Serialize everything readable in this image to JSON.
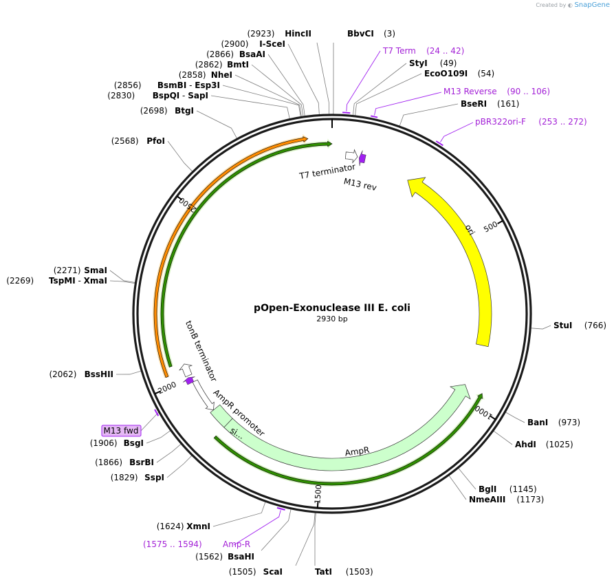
{
  "credit": {
    "prefix": "Created by",
    "brand": "SnapGene"
  },
  "plasmid": {
    "name": "pOpen-Exonuclease III E. coli",
    "length_label": "2930 bp",
    "total_bp": 2930
  },
  "ticks": [
    {
      "label": "500",
      "bp": 500
    },
    {
      "label": "1000",
      "bp": 1000
    },
    {
      "label": "1500",
      "bp": 1500
    },
    {
      "label": "2000",
      "bp": 2000
    },
    {
      "label": "2500",
      "bp": 2500
    }
  ],
  "sites": [
    {
      "name": "HincII",
      "pos": "(2923)",
      "bp": 2923
    },
    {
      "name": "BbvCI",
      "pos": "(3)",
      "bp": 3
    },
    {
      "name": "I-SceI",
      "pos": "(2900)",
      "bp": 2900
    },
    {
      "name": "BsaAI",
      "pos": "(2866)",
      "bp": 2866
    },
    {
      "name": "BmtI",
      "pos": "(2862)",
      "bp": 2862
    },
    {
      "name": "NheI",
      "pos": "(2858)",
      "bp": 2858
    },
    {
      "name": "BsmBI",
      "name2": "Esp3I",
      "pos": "(2856)",
      "bp": 2856
    },
    {
      "name": "BspQI",
      "name2": "SapI",
      "pos": "(2830)",
      "bp": 2830
    },
    {
      "name": "BtgI",
      "pos": "(2698)",
      "bp": 2698
    },
    {
      "name": "PfoI",
      "pos": "(2568)",
      "bp": 2568
    },
    {
      "name": "StyI",
      "pos": "(49)",
      "bp": 49
    },
    {
      "name": "EcoO109I",
      "pos": "(54)",
      "bp": 54
    },
    {
      "name": "BseRI",
      "pos": "(161)",
      "bp": 161
    },
    {
      "name": "SmaI",
      "pos": "(2271)",
      "bp": 2271
    },
    {
      "name": "TspMI",
      "name2": "XmaI",
      "pos": "(2269)",
      "bp": 2269
    },
    {
      "name": "StuI",
      "pos": "(766)",
      "bp": 766
    },
    {
      "name": "BssHII",
      "pos": "(2062)",
      "bp": 2062
    },
    {
      "name": "BsgI",
      "pos": "(1906)",
      "bp": 1906
    },
    {
      "name": "BsrBI",
      "pos": "(1866)",
      "bp": 1866
    },
    {
      "name": "SspI",
      "pos": "(1829)",
      "bp": 1829
    },
    {
      "name": "BanI",
      "pos": "(973)",
      "bp": 973
    },
    {
      "name": "AhdI",
      "pos": "(1025)",
      "bp": 1025
    },
    {
      "name": "BglI",
      "pos": "(1145)",
      "bp": 1145
    },
    {
      "name": "NmeAIII",
      "pos": "(1173)",
      "bp": 1173
    },
    {
      "name": "XmnI",
      "pos": "(1624)",
      "bp": 1624
    },
    {
      "name": "BsaHI",
      "pos": "(1562)",
      "bp": 1562
    },
    {
      "name": "ScaI",
      "pos": "(1505)",
      "bp": 1505
    },
    {
      "name": "TatI",
      "pos": "(1503)",
      "bp": 1503
    }
  ],
  "primers": [
    {
      "name": "T7 Term",
      "range": "(24 .. 42)",
      "start": 24,
      "end": 42
    },
    {
      "name": "M13 Reverse",
      "range": "(90 .. 106)",
      "start": 90,
      "end": 106
    },
    {
      "name": "pBR322ori-F",
      "range": "(253 .. 272)",
      "start": 253,
      "end": 272
    },
    {
      "name": "Amp-R",
      "range": "(1575 .. 1594)",
      "start": 1575,
      "end": 1594
    },
    {
      "name": "M13 fwd",
      "start": 1950,
      "end": 1967
    }
  ],
  "features": [
    {
      "name": "ori",
      "color": "#ffff00",
      "start": 240,
      "end": 829,
      "strand": -1
    },
    {
      "name": "AmpR",
      "color": "#ccffcc",
      "start": 960,
      "end": 1820,
      "strand": -1
    },
    {
      "name": "si...",
      "color": "#ccffcc",
      "start": 1820,
      "end": 1880,
      "strand": -1
    },
    {
      "name": "AmpR promoter",
      "color": "#ffffff",
      "start": 1880,
      "end": 1985,
      "strand": -1
    },
    {
      "name": "M13 rev",
      "color": "#a020f0",
      "start": 95,
      "end": 110,
      "strand": -1
    },
    {
      "name": "T7 terminator",
      "color": "#ffffff",
      "start": 20,
      "end": 72,
      "strand": -1
    },
    {
      "name": "tonB terminator",
      "color": "#ffffff",
      "start": 1985,
      "end": 2040,
      "strand": 1
    },
    {
      "name": "M13 fwd",
      "color": "#a020f0",
      "start": 1950,
      "end": 1967,
      "strand": 1
    }
  ],
  "orfs": [
    {
      "color": "#ff8c00",
      "start": 2027,
      "end": 2866,
      "strand": 1
    },
    {
      "color": "#2f8f00",
      "start": 2050,
      "end": 2930,
      "strand": 1
    },
    {
      "color": "#2f8f00",
      "start": 1820,
      "end": 960,
      "strand": -1
    }
  ]
}
